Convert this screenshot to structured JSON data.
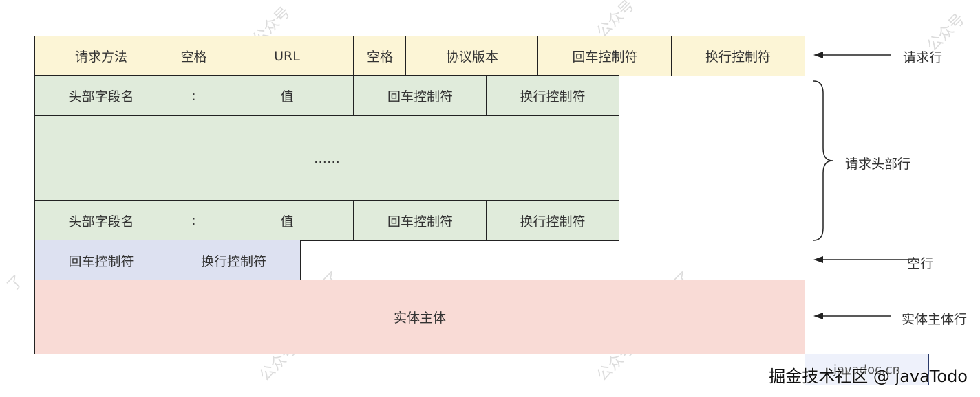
{
  "request_line": {
    "cells": [
      "请求方法",
      "空格",
      "URL",
      "空格",
      "协议版本",
      "回车控制符",
      "换行控制符"
    ],
    "label": "请求行"
  },
  "header_row_1": [
    "头部字段名",
    ":",
    "值",
    "回车控制符",
    "换行控制符"
  ],
  "header_ellipsis": "……",
  "header_row_2": [
    "头部字段名",
    ":",
    "值",
    "回车控制符",
    "换行控制符"
  ],
  "header_label": "请求头部行",
  "blank_line": {
    "cells": [
      "回车控制符",
      "换行控制符"
    ],
    "label": "空行"
  },
  "entity": {
    "cell": "实体主体",
    "label": "实体主体行"
  },
  "footer": {
    "obscured_text": "javadoc.cn",
    "credit": "掘金技术社区 @ javaTodo"
  },
  "colors": {
    "request_line": "#fcf5d6",
    "header": "#e0ebdb",
    "blank_line": "#dde1f1",
    "entity": "#f9dbd6"
  }
}
